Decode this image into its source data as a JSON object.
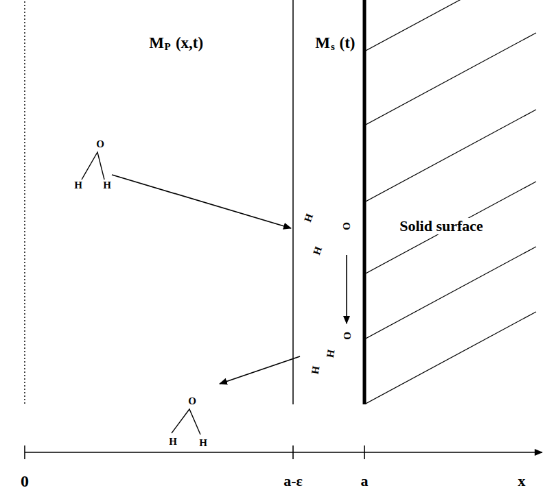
{
  "diagram": {
    "labels": [
      "M",
      "P",
      "(x,t)",
      "M",
      "s",
      "(t)",
      "O",
      "H",
      "H",
      "H",
      "H",
      "O",
      "H",
      "H",
      "O",
      "O",
      "H",
      "H",
      "Solid surface",
      "0",
      "a-ε",
      "a",
      "x"
    ]
  }
}
